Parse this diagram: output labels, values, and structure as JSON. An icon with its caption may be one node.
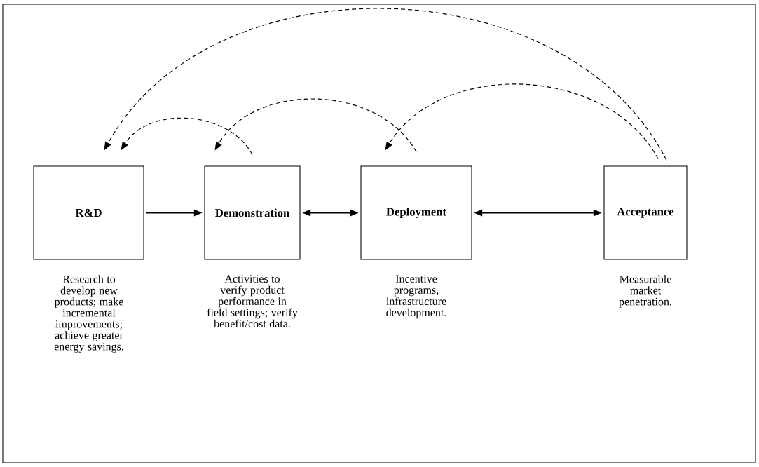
{
  "diagram": {
    "nodes": [
      {
        "text": [
          "R&D"
        ],
        "beside": [
          "Research to develop new products; make incremental improvements; achieve greater energy savings."
        ]
      },
      {
        "text": [
          "Demonstration"
        ],
        "beside": [
          "Activities to verify product performance in field settings; verify benefit/cost data."
        ]
      },
      {
        "text": [
          "Deployment"
        ],
        "beside": [
          "Incentive programs, infrastructure development."
        ]
      },
      {
        "text": [
          "Acceptance"
        ],
        "beside": [
          "Measurable market penetration."
        ]
      }
    ],
    "edges": [
      {
        "from": 0,
        "to": 1,
        "arrow": "to"
      },
      {
        "from": 1,
        "to": 2,
        "arrow": "both"
      },
      {
        "from": 2,
        "to": 3,
        "arrow": "both"
      },
      {
        "from": 1,
        "to": 0,
        "arrow": "to",
        "style": "dashed"
      },
      {
        "from": 2,
        "to": 1,
        "arrow": "to",
        "style": "dashed"
      },
      {
        "from": 3,
        "to": 2,
        "arrow": "to",
        "style": "dashed"
      },
      {
        "from": 3,
        "to": 0,
        "arrow": "to",
        "style": "dashed"
      }
    ]
  }
}
